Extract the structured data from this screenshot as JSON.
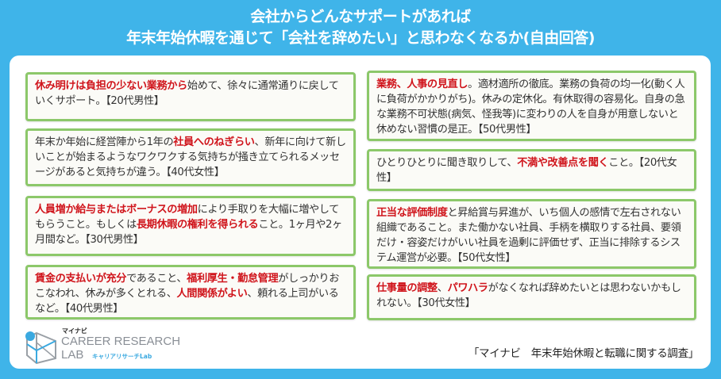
{
  "header": {
    "title_line1": "会社からどんなサポートがあれば",
    "title_line2": "年末年始休暇を通じて「会社を辞めたい」と思わなくなるか(自由回答)"
  },
  "colors": {
    "background": "#3fb4e9",
    "card_border": "#8cc86a",
    "highlight": "#d0151c",
    "text": "#333333"
  },
  "cards_left": [
    {
      "segments": [
        {
          "text": "休み明けは負担の少ない業務から",
          "hl": true
        },
        {
          "text": "始めて、徐々に通常通りに戻していくサポート。【20代男性】",
          "hl": false
        }
      ]
    },
    {
      "segments": [
        {
          "text": "年末か年始に経営陣から1年の",
          "hl": false
        },
        {
          "text": "社員へのねぎらい",
          "hl": true
        },
        {
          "text": "、新年に向けて新しいことが始まるようなワクワクする気持ちが掻き立てられるメッセージがあると気持ちが違う。【40代女性】",
          "hl": false
        }
      ]
    },
    {
      "segments": [
        {
          "text": "人員増か給与またはボーナスの増加",
          "hl": true
        },
        {
          "text": "により手取りを大幅に増やしてもらうこと。もしくは",
          "hl": false
        },
        {
          "text": "長期休暇の権利を得られる",
          "hl": true
        },
        {
          "text": "こと。1ヶ月や2ヶ月間など。【30代男性】",
          "hl": false
        }
      ]
    },
    {
      "segments": [
        {
          "text": "賃金の支払いが充分",
          "hl": true
        },
        {
          "text": "であること、",
          "hl": false
        },
        {
          "text": "福利厚生・勤怠管理",
          "hl": true
        },
        {
          "text": "がしっかりおこなわれ、休みが多くとれる、",
          "hl": false
        },
        {
          "text": "人間関係がよい",
          "hl": true
        },
        {
          "text": "、頼れる上司がいるなど。【40代男性】",
          "hl": false
        }
      ]
    }
  ],
  "cards_right": [
    {
      "segments": [
        {
          "text": "業務、人事の見直し",
          "hl": true
        },
        {
          "text": "。適材適所の徹底。業務の負荷の均一化(動く人に負荷がかかりがち)。休みの定休化。有休取得の容易化。自身の急な業務不可状態(病気、怪我等)に変わりの人を自身が用意しないと休めない習慣の是正。【50代男性】",
          "hl": false
        }
      ]
    },
    {
      "segments": [
        {
          "text": "ひとりひとりに聞き取りして、",
          "hl": false
        },
        {
          "text": "不満や改善点を聞く",
          "hl": true
        },
        {
          "text": "こと。【20代女性】",
          "hl": false
        }
      ]
    },
    {
      "segments": [
        {
          "text": "正当な評価制度",
          "hl": true
        },
        {
          "text": "と昇給賞与昇進が、いち個人の感情で左右されない組織であること。また働かない社員、手柄を横取りする社員、要領だけ・容姿だけがいい社員を過剰に評価せず、正当に排除するシステム運営が必要。【50代女性】",
          "hl": false
        }
      ]
    },
    {
      "segments": [
        {
          "text": "仕事量の調整",
          "hl": true
        },
        {
          "text": "、",
          "hl": false
        },
        {
          "text": "パワハラ",
          "hl": true
        },
        {
          "text": "がなくなれば辞めたいとは思わないかもしれない。【30代女性】",
          "hl": false
        }
      ]
    }
  ],
  "logo": {
    "brand": "マイナビ",
    "line1": "CAREER RESEARCH",
    "line2": "LAB",
    "sub": "キャリアリサーチLab"
  },
  "source": "「マイナビ　年末年始休暇と転職に関する調査」"
}
